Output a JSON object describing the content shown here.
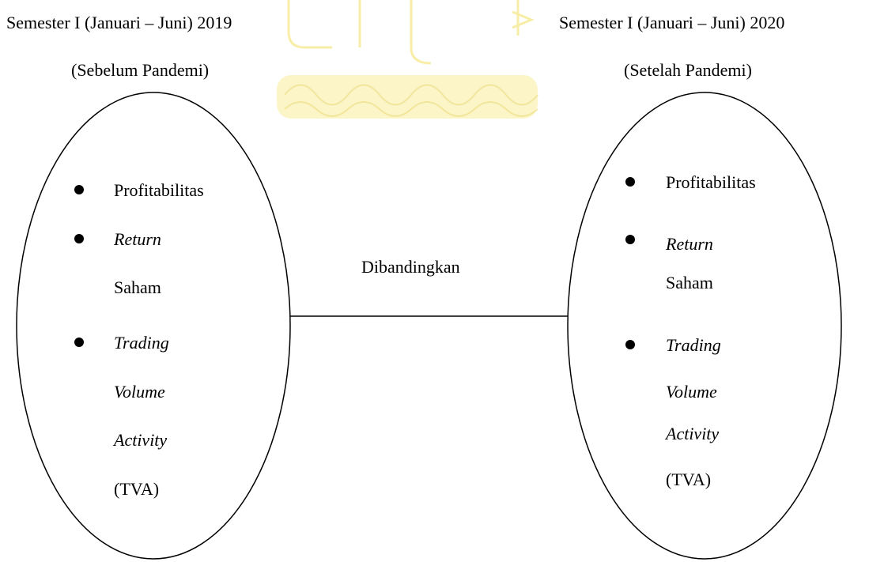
{
  "left": {
    "period": "Semester I (Januari – Juni) 2019",
    "subtitle": "(Sebelum Pandemi)",
    "items": [
      {
        "lines": [
          "Profitabilitas"
        ]
      },
      {
        "lines": [
          "Return",
          "Saham"
        ]
      },
      {
        "lines": [
          "Trading",
          "Volume",
          "Activity",
          "(TVA)"
        ]
      }
    ]
  },
  "right": {
    "period": "Semester I (Januari – Juni) 2020",
    "subtitle": "(Setelah Pandemi)",
    "items": [
      {
        "lines": [
          "Profitabilitas"
        ]
      },
      {
        "lines": [
          "Return",
          "Saham"
        ]
      },
      {
        "lines": [
          "Trading",
          "Volume",
          "Activity",
          "(TVA)"
        ]
      }
    ]
  },
  "connector": {
    "label": "Dibandingkan"
  },
  "watermark": {
    "description": "university logo watermark",
    "color": "#f3e26a"
  }
}
